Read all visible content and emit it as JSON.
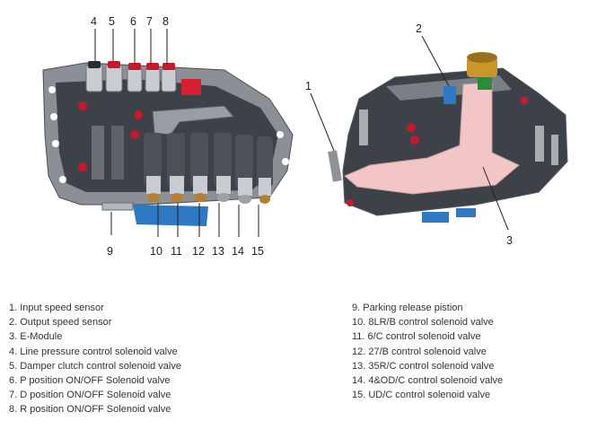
{
  "callouts": {
    "left": [
      "4",
      "5",
      "6",
      "7",
      "8",
      "9",
      "10",
      "11",
      "12",
      "13",
      "14",
      "15"
    ],
    "right": [
      "1",
      "2",
      "3"
    ]
  },
  "legend": {
    "left": [
      "1. Input speed sensor",
      "2. Output speed sensor",
      "3. E-Module",
      "4. Line pressure control solenoid valve",
      "5. Damper clutch control solenoid valve",
      "6. P position ON/OFF Solenoid valve",
      "7. D position ON/OFF Solenoid valve",
      "8. R position ON/OFF Solenoid valve"
    ],
    "right": [
      "9. Parking release pistion",
      "10. 8LR/B control solenoid valve",
      "11. 6/C control solenoid valve",
      "12. 27/B control solenoid valve",
      "13. 35R/C control solenoid valve",
      "14. 4&OD/C control solenoid valve",
      "15. UD/C control solenoid valve"
    ]
  },
  "colors": {
    "body_dark": "#3d4148",
    "plate_gray": "#7a7f86",
    "solenoid_silver": "#c9ccd0",
    "solenoid_tip_bronze": "#b8802e",
    "cap_red": "#c8182a",
    "e_module_pink": "#f2c6c6",
    "connector_blue": "#2f78c4",
    "sensor_gold": "#c9962a"
  }
}
